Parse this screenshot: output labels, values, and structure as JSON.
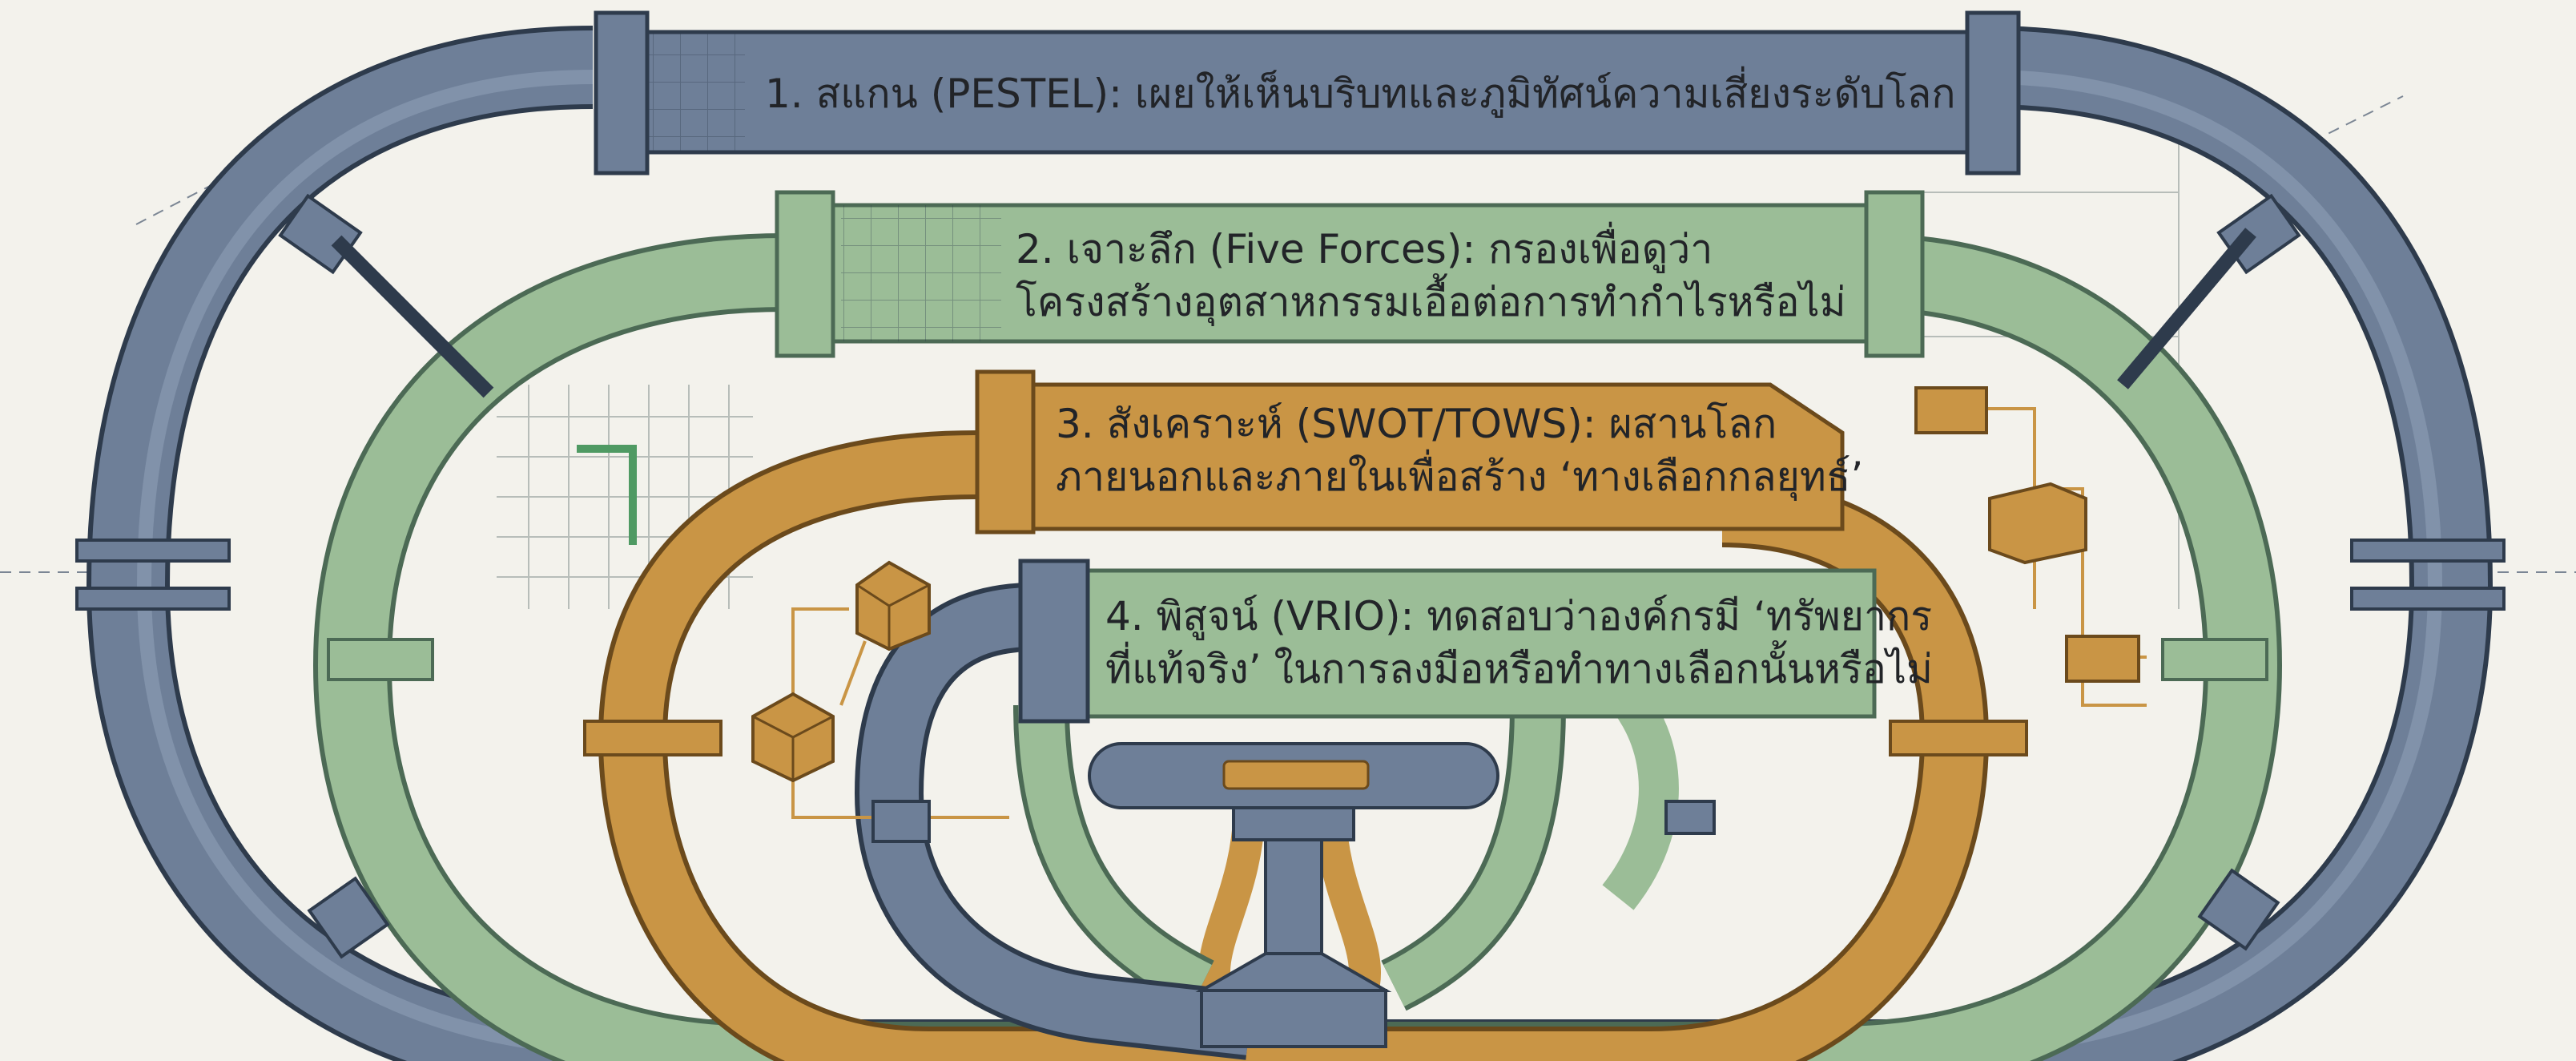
{
  "diagram": {
    "stages": [
      {
        "id": "scan",
        "lines": [
          "1. สแกน (PESTEL): เผยให้เห็นบริบทและภูมิทัศน์ความเสี่ยงระดับโลก"
        ]
      },
      {
        "id": "drill",
        "lines": [
          "2. เจาะลึก (Five Forces): กรองเพื่อดูว่า",
          "โครงสร้างอุตสาหกรรมเอื้อต่อการทำกำไรหรือไม่"
        ]
      },
      {
        "id": "synthesize",
        "lines": [
          "3. สังเคราะห์ (SWOT/TOWS): ผสานโลก",
          "ภายนอกและภายในเพื่อสร้าง ‘ทางเลือกกลยุทธ์’"
        ]
      },
      {
        "id": "prove",
        "lines": [
          "4. พิสูจน์ (VRIO): ทดสอบว่าองค์กรมี ‘ทรัพยากร",
          "ที่แท้จริง’ ในการลงมือหรือทำทางเลือกนั้นหรือไม่"
        ]
      }
    ],
    "colors": {
      "background": "#f3f2ec",
      "scan": "#6e7f98",
      "drill": "#9bbd97",
      "synthesize": "#c99545",
      "prove": "#6e7f98",
      "outline": "#2e3b4c",
      "text": "#222428",
      "grid": "#b7bdb9"
    }
  }
}
